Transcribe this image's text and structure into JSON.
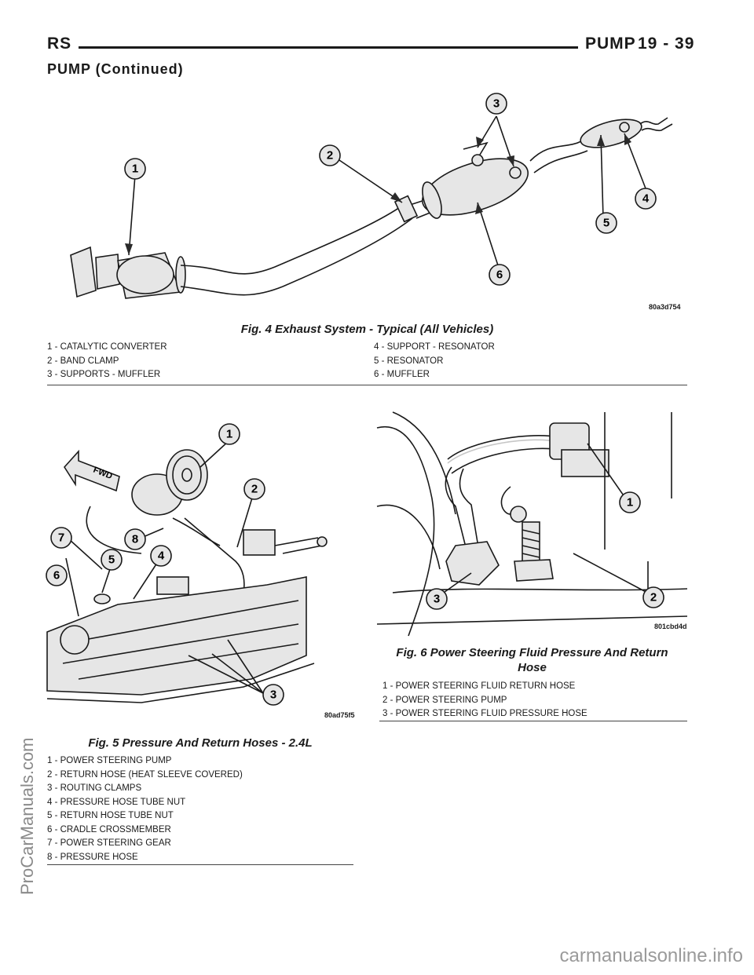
{
  "header": {
    "left": "RS",
    "right": "PUMP",
    "page": "19 - 39"
  },
  "continued": "PUMP (Continued)",
  "fig4": {
    "caption": "Fig. 4 Exhaust System - Typical (All Vehicles)",
    "code": "80a3d754",
    "legend_left": [
      "1 - CATALYTIC CONVERTER",
      "2 - BAND CLAMP",
      "3 - SUPPORTS - MUFFLER"
    ],
    "legend_right": [
      "4 - SUPPORT - RESONATOR",
      "5 - RESONATOR",
      "6 - MUFFLER"
    ],
    "callouts": [
      "1",
      "2",
      "3",
      "4",
      "5",
      "6"
    ]
  },
  "fig5": {
    "caption": "Fig. 5 Pressure And Return Hoses - 2.4L",
    "code": "80ad75f5",
    "fwd_label": "FWD",
    "legend": [
      "1 - POWER STEERING PUMP",
      "2 - RETURN HOSE (HEAT SLEEVE COVERED)",
      "3 - ROUTING CLAMPS",
      "4 - PRESSURE HOSE TUBE NUT",
      "5 - RETURN HOSE TUBE NUT",
      "6 - CRADLE CROSSMEMBER",
      "7 - POWER STEERING GEAR",
      "8 - PRESSURE HOSE"
    ],
    "callouts": [
      "1",
      "2",
      "3",
      "4",
      "5",
      "6",
      "7",
      "8"
    ]
  },
  "fig6": {
    "caption_line1": "Fig. 6 Power Steering Fluid Pressure And Return",
    "caption_line2": "Hose",
    "code": "801cbd4d",
    "legend": [
      "1 - POWER STEERING FLUID RETURN HOSE",
      "2 - POWER STEERING PUMP",
      "3 - POWER STEERING FLUID PRESSURE HOSE"
    ],
    "callouts": [
      "1",
      "2",
      "3"
    ]
  },
  "watermarks": {
    "side": "ProCarManuals.com",
    "footer": "carmanualsonline.info"
  }
}
